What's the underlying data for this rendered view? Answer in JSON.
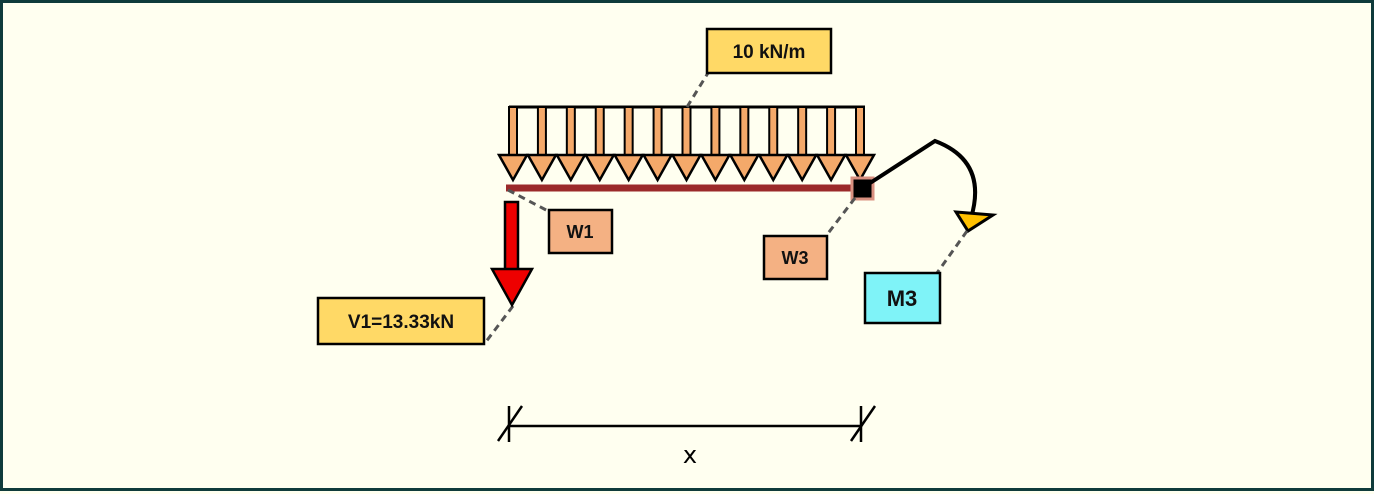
{
  "diagram": {
    "title": "Beam free body diagram",
    "distributed_load": {
      "label": "10 kN/m",
      "arrow_count": 13,
      "color": "#f4a96a"
    },
    "beam": {
      "color": "#9b2a2a"
    },
    "labels": {
      "w1": "W1",
      "w3": "W3",
      "m3": "M3",
      "v1": "V1=13.33kN"
    },
    "dimension": {
      "label": "x"
    },
    "colors": {
      "frame": "#0f3b3b",
      "background": "#fffff0",
      "yellow_label": "#ffd966",
      "salmon_label": "#f4b183",
      "cyan_label": "#7ff3f8",
      "shear_arrow": "#ee0000",
      "moment_head": "#ffc000"
    }
  }
}
